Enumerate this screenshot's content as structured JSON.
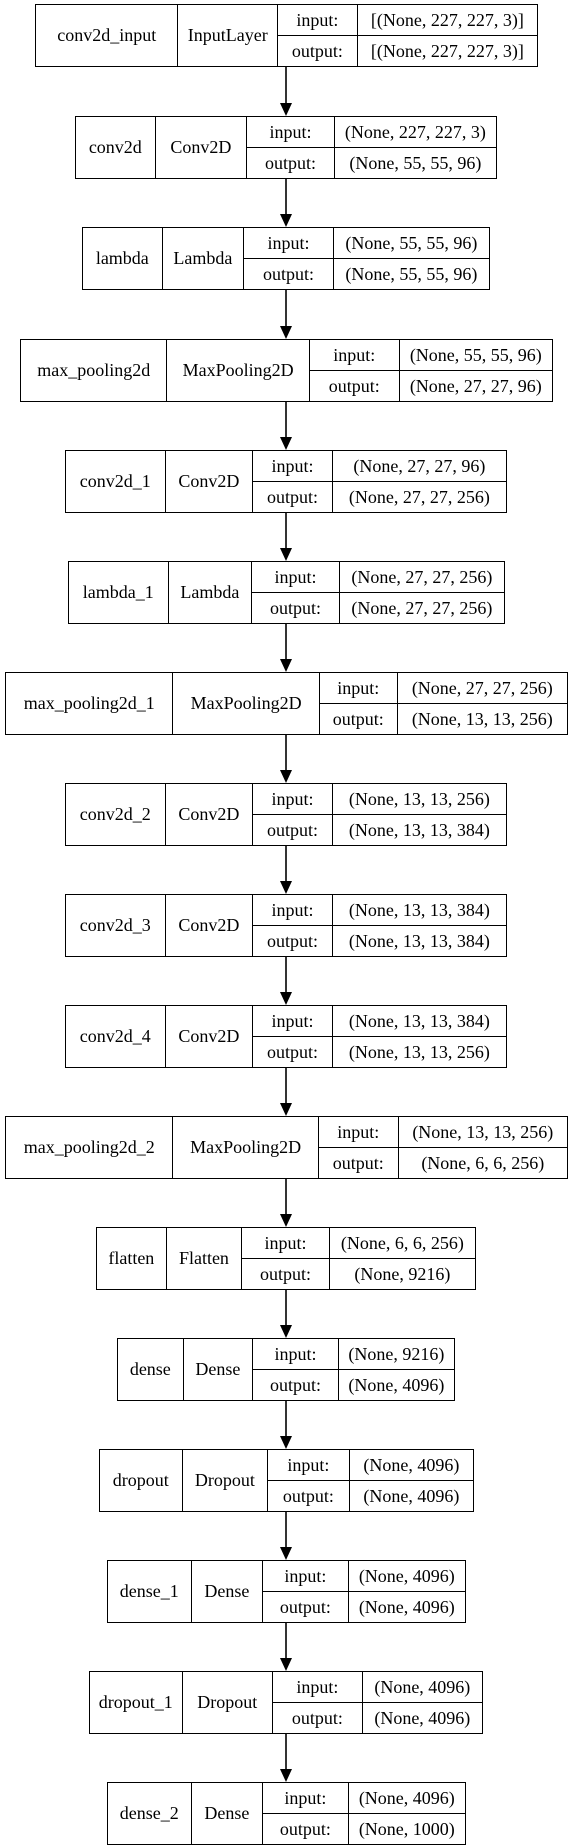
{
  "nodes": [
    {
      "name": "conv2d_input",
      "type": "InputLayer",
      "input": "[(None, 227, 227, 3)]",
      "output": "[(None, 227, 227, 3)]"
    },
    {
      "name": "conv2d",
      "type": "Conv2D",
      "input": "(None, 227, 227, 3)",
      "output": "(None, 55, 55, 96)"
    },
    {
      "name": "lambda",
      "type": "Lambda",
      "input": "(None, 55, 55, 96)",
      "output": "(None, 55, 55, 96)"
    },
    {
      "name": "max_pooling2d",
      "type": "MaxPooling2D",
      "input": "(None, 55, 55, 96)",
      "output": "(None, 27, 27, 96)"
    },
    {
      "name": "conv2d_1",
      "type": "Conv2D",
      "input": "(None, 27, 27, 96)",
      "output": "(None, 27, 27, 256)"
    },
    {
      "name": "lambda_1",
      "type": "Lambda",
      "input": "(None, 27, 27, 256)",
      "output": "(None, 27, 27, 256)"
    },
    {
      "name": "max_pooling2d_1",
      "type": "MaxPooling2D",
      "input": "(None, 27, 27, 256)",
      "output": "(None, 13, 13, 256)"
    },
    {
      "name": "conv2d_2",
      "type": "Conv2D",
      "input": "(None, 13, 13, 256)",
      "output": "(None, 13, 13, 384)"
    },
    {
      "name": "conv2d_3",
      "type": "Conv2D",
      "input": "(None, 13, 13, 384)",
      "output": "(None, 13, 13, 384)"
    },
    {
      "name": "conv2d_4",
      "type": "Conv2D",
      "input": "(None, 13, 13, 384)",
      "output": "(None, 13, 13, 256)"
    },
    {
      "name": "max_pooling2d_2",
      "type": "MaxPooling2D",
      "input": "(None, 13, 13, 256)",
      "output": "(None, 6, 6, 256)"
    },
    {
      "name": "flatten",
      "type": "Flatten",
      "input": "(None, 6, 6, 256)",
      "output": "(None, 9216)"
    },
    {
      "name": "dense",
      "type": "Dense",
      "input": "(None, 9216)",
      "output": "(None, 4096)"
    },
    {
      "name": "dropout",
      "type": "Dropout",
      "input": "(None, 4096)",
      "output": "(None, 4096)"
    },
    {
      "name": "dense_1",
      "type": "Dense",
      "input": "(None, 4096)",
      "output": "(None, 4096)"
    },
    {
      "name": "dropout_1",
      "type": "Dropout",
      "input": "(None, 4096)",
      "output": "(None, 4096)"
    },
    {
      "name": "dense_2",
      "type": "Dense",
      "input": "(None, 4096)",
      "output": "(None, 1000)"
    }
  ],
  "port_labels": {
    "input": "input:",
    "output": "output:"
  }
}
